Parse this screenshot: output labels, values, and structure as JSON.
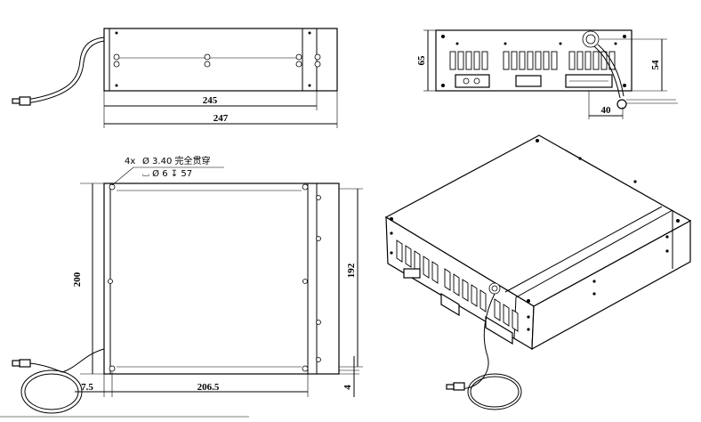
{
  "dimensions": {
    "top_view_inner_width": "245",
    "top_view_outer_width": "247",
    "rear_height": "65",
    "rear_port_height": "54",
    "rear_cable_offset": "40",
    "front_height": "200",
    "front_side_height": "192",
    "front_left_offset": "7.5",
    "front_hole_span": "206.5",
    "front_bottom_offset": "4"
  },
  "hole_note": {
    "count": "4x",
    "through_hole": "Ø 3.40 完全贯穿",
    "counterbore": "⌴ Ø 6 ↧ 57"
  }
}
